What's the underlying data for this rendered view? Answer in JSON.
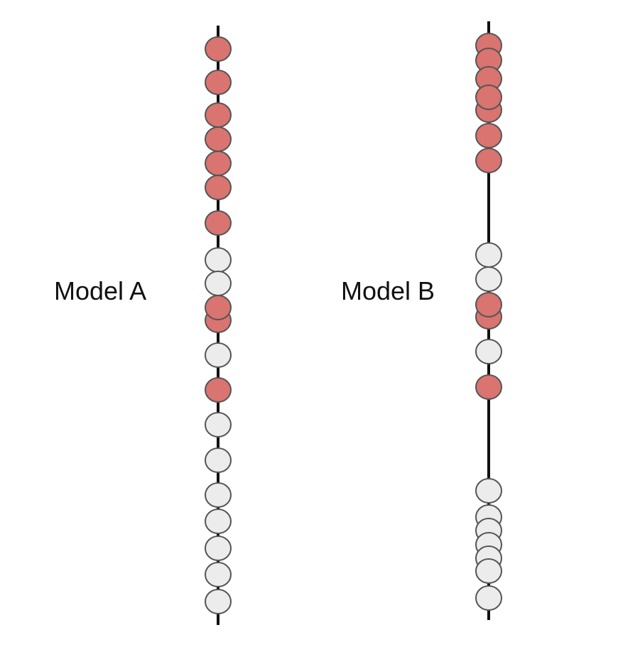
{
  "colors": {
    "positive": "#d97470",
    "negative": "#ececec",
    "line": "#111111",
    "outline": "#555555"
  },
  "models": [
    {
      "label": "Model A",
      "beads": [
        "positive",
        "positive",
        "positive",
        "positive",
        "positive",
        "positive",
        "positive",
        "negative",
        "negative",
        "positive",
        "positive",
        "negative",
        "positive",
        "negative",
        "negative",
        "negative",
        "negative",
        "negative",
        "negative",
        "negative"
      ]
    },
    {
      "label": "Model B",
      "beads": [
        "positive",
        "positive",
        "positive",
        "positive",
        "positive",
        "positive",
        "positive",
        "negative",
        "negative",
        "positive",
        "positive",
        "negative",
        "positive",
        "negative",
        "negative",
        "negative",
        "negative",
        "negative",
        "negative",
        "negative"
      ]
    }
  ]
}
